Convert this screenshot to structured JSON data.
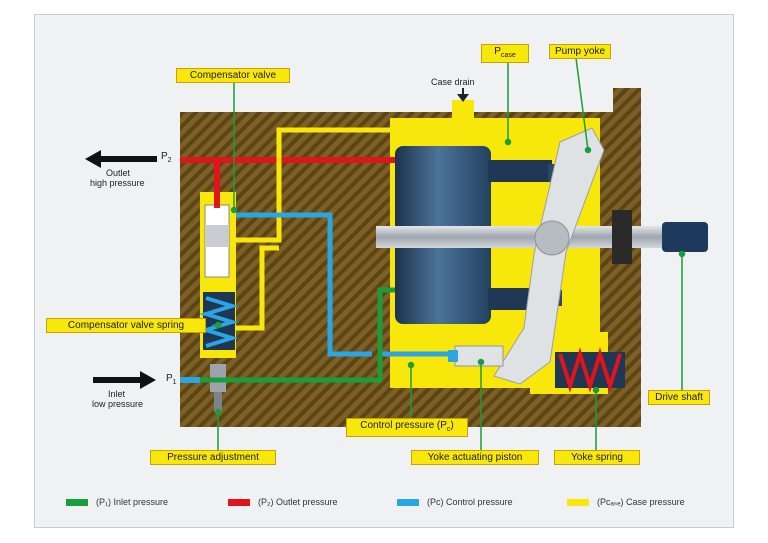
{
  "labels": {
    "p_case": "P",
    "p_case_sub": "case",
    "pump_yoke": "Pump yoke",
    "compensator_valve": "Compensator valve",
    "case_drain": "Case drain",
    "outlet_symbol": "P",
    "outlet_symbol_sub": "2",
    "outlet_text_1": "Outlet",
    "outlet_text_2": "high pressure",
    "compensator_valve_spring": "Compensator valve spring",
    "inlet_text_1": "Inlet",
    "inlet_text_2": "low pressure",
    "inlet_symbol": "P",
    "inlet_symbol_sub": "1",
    "control_pressure": "Control pressure (P",
    "control_pressure_sub": "c",
    "control_pressure_end": ")",
    "drive_shaft": "Drive shaft",
    "pressure_adjustment": "Pressure adjustment",
    "yoke_actuating_piston": "Yoke actuating piston",
    "yoke_spring": "Yoke spring"
  },
  "legend": [
    {
      "label": "(P₁) Inlet pressure",
      "color": "#1a9d3a"
    },
    {
      "label": "(P₂) Outlet pressure",
      "color": "#e0141c"
    },
    {
      "label": "(Pᴄ) Control pressure",
      "color": "#2aa6e3"
    },
    {
      "label": "(Pᴄₐₛₑ) Case pressure",
      "color": "#f7e70b"
    }
  ],
  "colors": {
    "inlet": "#1a9d3a",
    "outlet": "#e0141c",
    "control": "#2aa6e3",
    "case": "#f7e70b",
    "housing": "#7a5d22",
    "cylinder": "#2e4f72"
  }
}
